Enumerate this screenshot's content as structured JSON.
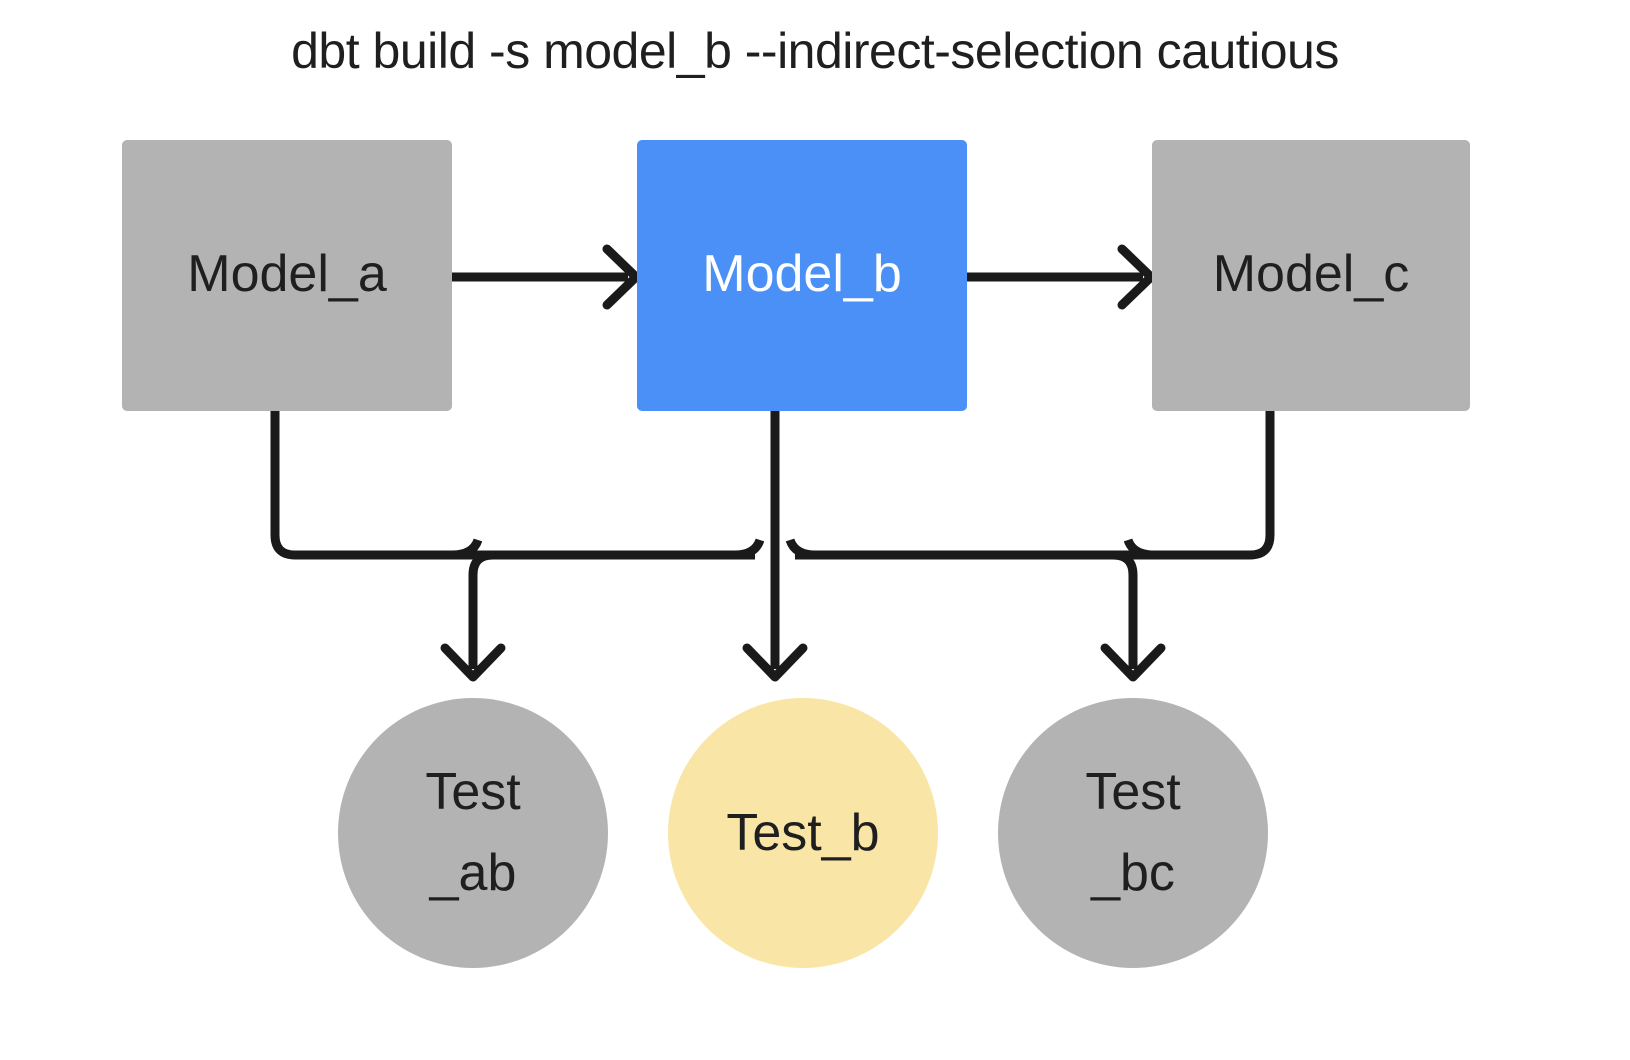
{
  "title": "dbt build -s model_b --indirect-selection cautious",
  "colors": {
    "background": "#ffffff",
    "gray_node": "#b3b3b3",
    "selected_blue": "#4a90f7",
    "indirect_yellow": "#f9e6a7",
    "edge_stroke": "#1a1a1a",
    "text_dark": "#1f1f1f",
    "text_light": "#ffffff"
  },
  "models": [
    {
      "id": "model_a",
      "label": "Model_a",
      "state": "unselected",
      "fill": "#b3b3b3",
      "text_color": "#1f1f1f"
    },
    {
      "id": "model_b",
      "label": "Model_b",
      "state": "selected",
      "fill": "#4a90f7",
      "text_color": "#ffffff"
    },
    {
      "id": "model_c",
      "label": "Model_c",
      "state": "unselected",
      "fill": "#b3b3b3",
      "text_color": "#1f1f1f"
    }
  ],
  "tests": [
    {
      "id": "test_ab",
      "line1": "Test",
      "line2": "_ab",
      "state": "unselected",
      "fill": "#b3b3b3",
      "text_color": "#1f1f1f"
    },
    {
      "id": "test_b",
      "line1": "Test_b",
      "line2": "",
      "state": "selected",
      "fill": "#f9e6a7",
      "text_color": "#1f1f1f"
    },
    {
      "id": "test_bc",
      "line1": "Test",
      "line2": "_bc",
      "state": "unselected",
      "fill": "#b3b3b3",
      "text_color": "#1f1f1f"
    }
  ],
  "edges": [
    {
      "id": "model_a-to-model_b",
      "from": "model_a",
      "to": "model_b",
      "kind": "horizontal-arrow"
    },
    {
      "id": "model_b-to-model_c",
      "from": "model_b",
      "to": "model_c",
      "kind": "horizontal-arrow"
    },
    {
      "id": "model_a-to-test_ab",
      "from": "model_a",
      "to": "test_ab",
      "kind": "elbow-arrow"
    },
    {
      "id": "model_b-to-test_ab",
      "from": "model_b",
      "to": "test_ab",
      "kind": "elbow-arrow"
    },
    {
      "id": "model_b-to-test_b",
      "from": "model_b",
      "to": "test_b",
      "kind": "straight-arrow"
    },
    {
      "id": "model_b-to-test_bc",
      "from": "model_b",
      "to": "test_bc",
      "kind": "elbow-arrow"
    },
    {
      "id": "model_c-to-test_bc",
      "from": "model_c",
      "to": "test_bc",
      "kind": "elbow-arrow"
    }
  ]
}
